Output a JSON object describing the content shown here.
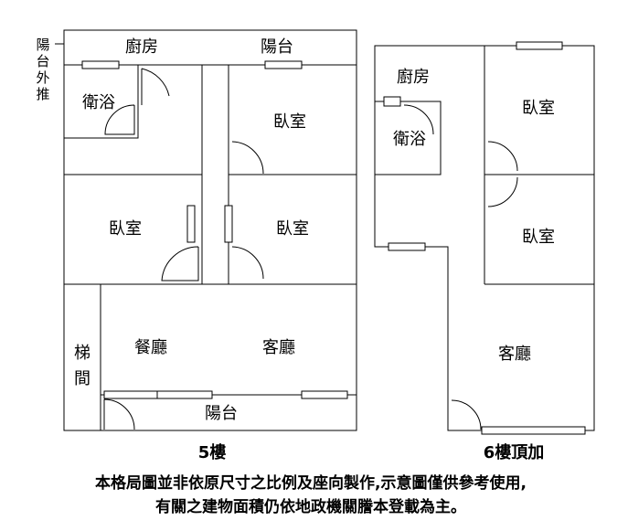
{
  "floor5": {
    "kitchen": "廚房",
    "top_balcony": "陽台",
    "balcony_note": [
      "陽",
      "台",
      "外",
      "推"
    ],
    "bath": "衛浴",
    "bedroom_ne": "臥室",
    "bedroom_w": "臥室",
    "bedroom_e": "臥室",
    "stair": [
      "梯",
      "間"
    ],
    "dining": "餐廳",
    "living": "客廳",
    "bottom_balcony": "陽台",
    "caption": "5樓"
  },
  "floor6": {
    "kitchen": "廚房",
    "bath": "衛浴",
    "bedroom_1": "臥室",
    "bedroom_2": "臥室",
    "living": "客廳",
    "caption": "6樓頂加"
  },
  "disclaimer": {
    "line1": "本格局圖並非依原尺寸之比例及座向製作,示意圖僅供參考使用,",
    "line2": "有關之建物面積仍依地政機關謄本登載為主。"
  }
}
